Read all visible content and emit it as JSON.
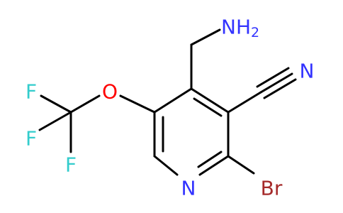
{
  "molecule": {
    "atoms": {
      "amine_n": {
        "symbol": "NH",
        "subscript": "2",
        "color": "#3333ff"
      },
      "nitrile_n": {
        "symbol": "N",
        "color": "#3333ff"
      },
      "ring_n": {
        "symbol": "N",
        "color": "#3333ff"
      },
      "bromine": {
        "symbol": "Br",
        "color": "#a52a2a"
      },
      "oxygen": {
        "symbol": "O",
        "color": "#ff0000"
      },
      "fluorine_1": {
        "symbol": "F",
        "color": "#33cccc"
      },
      "fluorine_2": {
        "symbol": "F",
        "color": "#33cccc"
      },
      "fluorine_3": {
        "symbol": "F",
        "color": "#33cccc"
      }
    },
    "bond_color": "#000000"
  }
}
